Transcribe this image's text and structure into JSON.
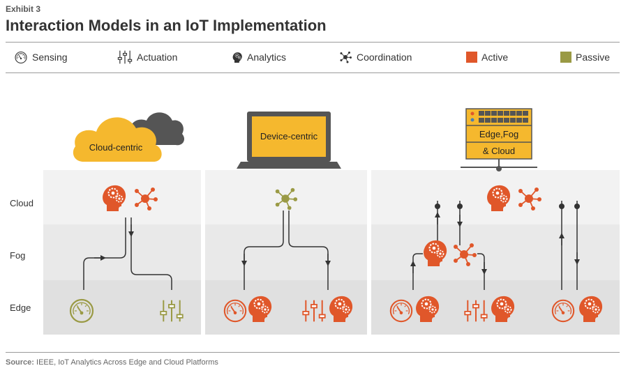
{
  "header": {
    "exhibit": "Exhibit 3",
    "title": "Interaction Models in an IoT Implementation"
  },
  "legend": {
    "sensing": "Sensing",
    "actuation": "Actuation",
    "analytics": "Analytics",
    "coordination": "Coordination",
    "active": "Active",
    "passive": "Passive"
  },
  "colors": {
    "active": "#e0572a",
    "passive": "#9a9a45",
    "yellow": "#f5b82e",
    "cloud_dark": "#555555",
    "connector": "#333333",
    "band_cloud": "#f2f2f2",
    "band_fog": "#e9e9e9",
    "band_edge": "#e0e0e0"
  },
  "rows": [
    "Cloud",
    "Fog",
    "Edge"
  ],
  "models": {
    "cloud_centric": "Cloud-centric",
    "device_centric": "Device-centric",
    "edge_fog_cloud_line1": "Edge,Fog",
    "edge_fog_cloud_line2": "& Cloud"
  },
  "footer": {
    "source_label": "Source:",
    "source_text": " IEEE, IoT Analytics Across Edge and Cloud Platforms"
  }
}
